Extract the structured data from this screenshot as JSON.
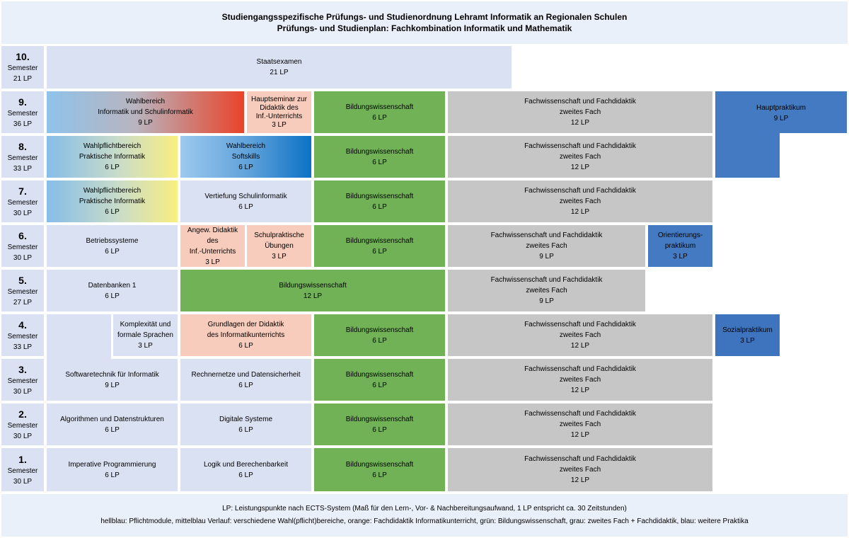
{
  "title": {
    "line1": "Studiengangsspezifische Prüfungs- und Studienordnung Lehramt Informatik an Regionalen Schulen",
    "line2": "Prüfungs- und Studienplan: Fachkombination Informatik und Mathematik"
  },
  "semesters": [
    {
      "num": "10.",
      "word": "Semester",
      "lp": "21 LP"
    },
    {
      "num": "9.",
      "word": "Semester",
      "lp": "36 LP"
    },
    {
      "num": "8.",
      "word": "Semester",
      "lp": "33 LP"
    },
    {
      "num": "7.",
      "word": "Semester",
      "lp": "30 LP"
    },
    {
      "num": "6.",
      "word": "Semester",
      "lp": "30 LP"
    },
    {
      "num": "5.",
      "word": "Semester",
      "lp": "27 LP"
    },
    {
      "num": "4.",
      "word": "Semester",
      "lp": "33 LP"
    },
    {
      "num": "3.",
      "word": "Semester",
      "lp": "30 LP"
    },
    {
      "num": "2.",
      "word": "Semester",
      "lp": "30 LP"
    },
    {
      "num": "1.",
      "word": "Semester",
      "lp": "30 LP"
    }
  ],
  "modules": {
    "staatsexamen": {
      "l1": "Staatsexamen",
      "lp": "21 LP"
    },
    "wb_info_schulinfo": {
      "l1": "Wahlbereich",
      "l2": "Informatik und Schulinformatik",
      "lp": "9 LP"
    },
    "hauptseminar": {
      "l1": "Hauptseminar zur",
      "l2": "Didaktik des",
      "l3": "Inf.-Unterrichts",
      "lp": "3 LP"
    },
    "bw9": {
      "l1": "Bildungswissenschaft",
      "lp": "6 LP"
    },
    "fw9": {
      "l1": "Fachwissenschaft und Fachdidaktik",
      "l2": "zweites Fach",
      "lp": "12 LP"
    },
    "hauptpraktikum": {
      "l1": "Hauptpraktikum",
      "lp": "9 LP"
    },
    "wpb_pi8": {
      "l1": "Wahlpflichtbereich",
      "l2": "Praktische Informatik",
      "lp": "6 LP"
    },
    "wb_soft": {
      "l1": "Wahlbereich",
      "l2": "Softskills",
      "lp": "6 LP"
    },
    "bw8": {
      "l1": "Bildungswissenschaft",
      "lp": "6 LP"
    },
    "fw8": {
      "l1": "Fachwissenschaft und Fachdidaktik",
      "l2": "zweites Fach",
      "lp": "12 LP"
    },
    "wpb_pi7": {
      "l1": "Wahlpflichtbereich",
      "l2": "Praktische Informatik",
      "lp": "6 LP"
    },
    "vertiefung": {
      "l1": "Vertiefung Schulinformatik",
      "lp": "6 LP"
    },
    "bw7": {
      "l1": "Bildungswissenschaft",
      "lp": "6 LP"
    },
    "fw7": {
      "l1": "Fachwissenschaft und Fachdidaktik",
      "l2": "zweites Fach",
      "lp": "12 LP"
    },
    "betriebssysteme": {
      "l1": "Betriebssysteme",
      "lp": "6 LP"
    },
    "angew_didaktik": {
      "l1": "Angew. Didaktik des",
      "l2": "Inf.-Unterrichts",
      "lp": "3 LP"
    },
    "schulpraktische": {
      "l1": "Schulpraktische",
      "l2": "Übungen",
      "lp": "3 LP"
    },
    "bw6": {
      "l1": "Bildungswissenschaft",
      "lp": "6 LP"
    },
    "fw6": {
      "l1": "Fachwissenschaft und Fachdidaktik",
      "l2": "zweites Fach",
      "lp": "9 LP"
    },
    "orientierung": {
      "l1": "Orientierungs-",
      "l2": "praktikum",
      "lp": "3 LP"
    },
    "datenbanken": {
      "l1": "Datenbanken 1",
      "lp": "6 LP"
    },
    "bw5": {
      "l1": "Bildungswissenschaft",
      "lp": "12 LP"
    },
    "fw5": {
      "l1": "Fachwissenschaft und Fachdidaktik",
      "l2": "zweites Fach",
      "lp": "9 LP"
    },
    "komplexitaet": {
      "l1": "Komplexität und",
      "l2": "formale Sprachen",
      "lp": "3 LP"
    },
    "grundlagen_didaktik": {
      "l1": "Grundlagen der Didaktik",
      "l2": "des Informatikunterrichts",
      "lp": "6 LP"
    },
    "bw4": {
      "l1": "Bildungswissenschaft",
      "lp": "6 LP"
    },
    "fw4": {
      "l1": "Fachwissenschaft und Fachdidaktik",
      "l2": "zweites Fach",
      "lp": "12 LP"
    },
    "sozialpraktikum": {
      "l1": "Sozialpraktikum",
      "lp": "3 LP"
    },
    "softwaretechnik": {
      "l1": "Softwaretechnik für Informatik",
      "lp": "9 LP"
    },
    "rechnernetze": {
      "l1": "Rechnernetze und Datensicherheit",
      "lp": "6 LP"
    },
    "bw3": {
      "l1": "Bildungswissenschaft",
      "lp": "6 LP"
    },
    "fw3": {
      "l1": "Fachwissenschaft und Fachdidaktik",
      "l2": "zweites Fach",
      "lp": "12 LP"
    },
    "algorithmen": {
      "l1": "Algorithmen und Datenstrukturen",
      "lp": "6 LP"
    },
    "digitale": {
      "l1": "Digitale Systeme",
      "lp": "6 LP"
    },
    "bw2": {
      "l1": "Bildungswissenschaft",
      "lp": "6 LP"
    },
    "fw2": {
      "l1": "Fachwissenschaft und Fachdidaktik",
      "l2": "zweites Fach",
      "lp": "12 LP"
    },
    "imperative": {
      "l1": "Imperative Programmierung",
      "lp": "6 LP"
    },
    "logik": {
      "l1": "Logik und Berechenbarkeit",
      "lp": "6 LP"
    },
    "bw1": {
      "l1": "Bildungswissenschaft",
      "lp": "6 LP"
    },
    "fw1": {
      "l1": "Fachwissenschaft und Fachdidaktik",
      "l2": "zweites Fach",
      "lp": "12 LP"
    }
  },
  "footer": {
    "line1": "LP: Leistungspunkte nach ECTS-System (Maß für den Lern-, Vor- & Nachbereitungsaufwand, 1 LP entspricht ca. 30 Zeitstunden)",
    "line2": "hellblau: Pflichtmodule, mittelblau Verlauf: verschiedene Wahl(pflicht)bereiche, orange: Fachdidaktik Informatikunterricht, grün: Bildungswissenschaft, grau: zweites Fach + Fachdidaktik, blau: weitere Praktika"
  },
  "colors": {
    "light_blue": "#d9e1f2",
    "green": "#72b257",
    "gray": "#c6c6c6",
    "orange": "#f8ccbc",
    "blue": "#447ac2"
  }
}
